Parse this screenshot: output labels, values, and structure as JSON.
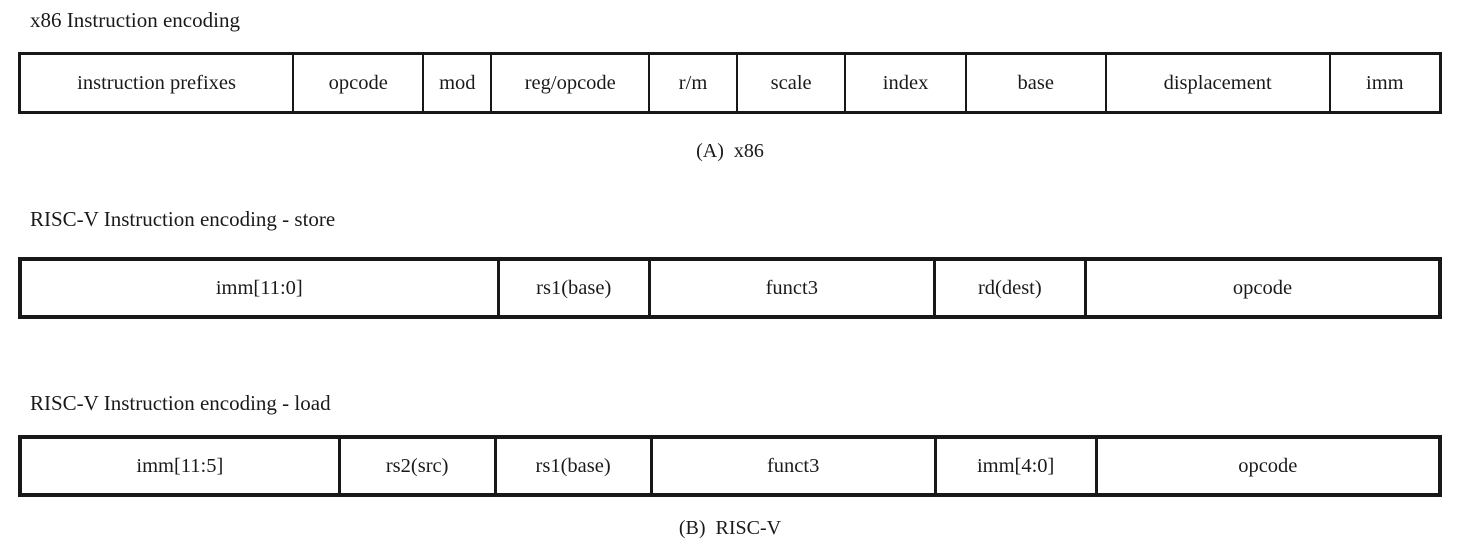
{
  "page": {
    "background_color": "#ffffff",
    "border_color": "#181818",
    "text_color": "#1a1a1a"
  },
  "x86": {
    "title": "x86 Instruction encoding",
    "fields": [
      "instruction prefixes",
      "opcode",
      "mod",
      "reg/opcode",
      "r/m",
      "scale",
      "index",
      "base",
      "displacement",
      "imm"
    ],
    "caption": "(A)  x86"
  },
  "riscv_store": {
    "title": "RISC-V Instruction encoding - store",
    "fields": [
      "imm[11:0]",
      "rs1(base)",
      "funct3",
      "rd(dest)",
      "opcode"
    ]
  },
  "riscv_load": {
    "title": "RISC-V Instruction encoding - load",
    "fields": [
      "imm[11:5]",
      "rs2(src)",
      "rs1(base)",
      "funct3",
      "imm[4:0]",
      "opcode"
    ],
    "caption": "(B)  RISC-V"
  }
}
